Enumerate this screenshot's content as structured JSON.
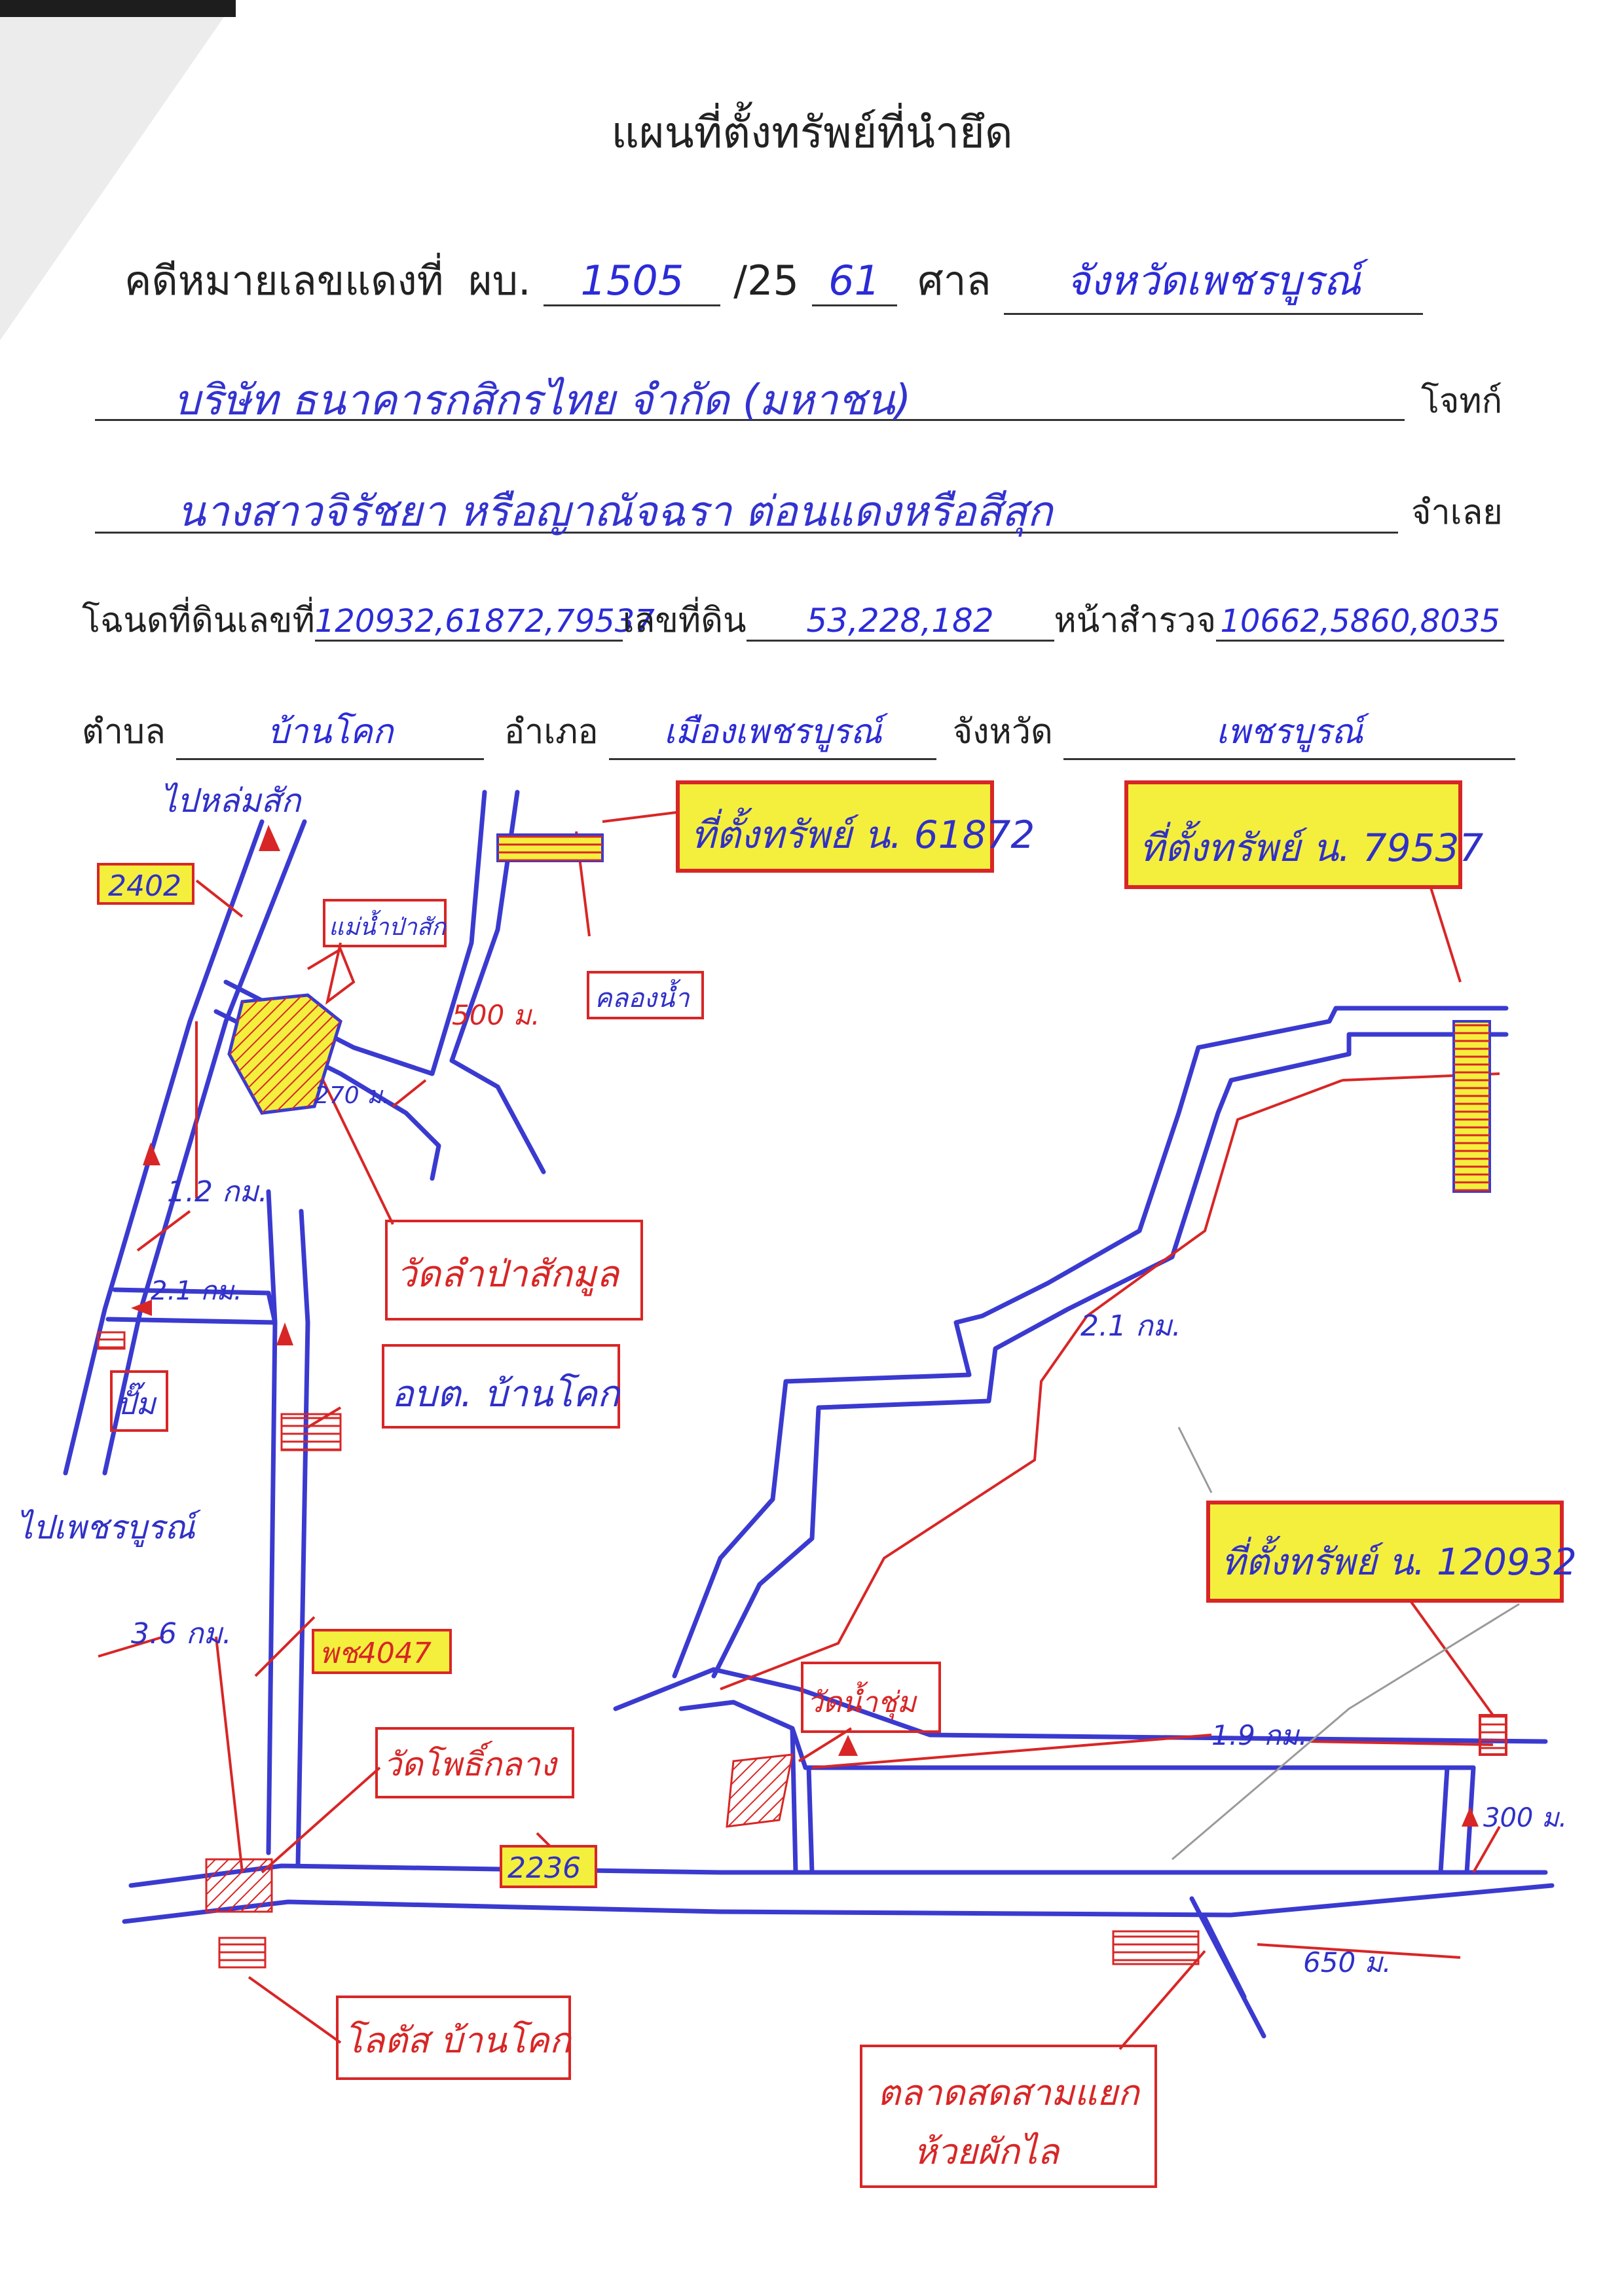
{
  "header": {
    "title": "แผนที่ตั้งทรัพย์ที่นำยึด",
    "case_label": "คดีหมายเลขแดงที่",
    "case_prefix": "ผบ.",
    "case_number": "1505",
    "case_year_prefix": "/25",
    "case_year": "61",
    "court_label": "ศาล",
    "court_name": "จังหวัดเพชรบูรณ์",
    "plaintiff": "บริษัท ธนาคารกสิกรไทย จำกัด (มหาชน)",
    "plaintiff_label": "โจทก์",
    "defendant": "นางสาวจิรัชยา หรือญาณัจฉรา ต่อนแดงหรือสีสุก",
    "defendant_label": "จำเลย",
    "deed_label": "โฉนดที่ดินเลขที่",
    "deed_numbers": "120932,61872,79537",
    "land_no_label": "เลขที่ดิน",
    "land_numbers": "53,228,182",
    "survey_label": "หน้าสำรวจ",
    "survey_numbers": "10662,5860,8035",
    "subdistrict_label": "ตำบล",
    "subdistrict": "บ้านโคก",
    "district_label": "อำเภอ",
    "district": "เมืองเพชรบูรณ์",
    "province_label": "จังหวัด",
    "province": "เพชรบูรณ์"
  },
  "map": {
    "to_lomsak": "ไปหล่มสัก",
    "to_phetchabun": "ไปเพชรบูรณ์",
    "road_2402": "2402",
    "road_pch4047": "พช4047",
    "road_2236": "2236",
    "pasak_river": "แม่น้ำป่าสัก",
    "canal": "คลองน้ำ",
    "property_61872": "ที่ตั้งทรัพย์ น. 61872",
    "property_79537": "ที่ตั้งทรัพย์ น. 79537",
    "property_120932": "ที่ตั้งทรัพย์ น. 120932",
    "wat_lam_pasak": "วัดลำป่าสักมูล",
    "obt_ban_khok": "อบต. บ้านโคก",
    "pump": "ปั๊ม",
    "wat_pho_klang": "วัดโพธิ์กลาง",
    "lotus": "โลตัส บ้านโคก",
    "wat_nam_chom": "วัดน้ำชุ่ม",
    "market_line1": "ตลาดสดสามแยก",
    "market_line2": "ห้วยผักไล",
    "dist_500m": "500 ม.",
    "dist_270m": "270 ม.",
    "dist_1_2km": "1.2 กม.",
    "dist_2_1km_left": "2.1 กม.",
    "dist_2_1km_right": "2.1 กม.",
    "dist_3_6km": "3.6 กม.",
    "dist_1_9km": "1.9 กม.",
    "dist_300m": "300 ม.",
    "dist_650m": "650 ม."
  },
  "colors": {
    "road_blue": "#3a3ad0",
    "annotation_red": "#d82626",
    "highlight_yellow": "#f4ef3c"
  }
}
